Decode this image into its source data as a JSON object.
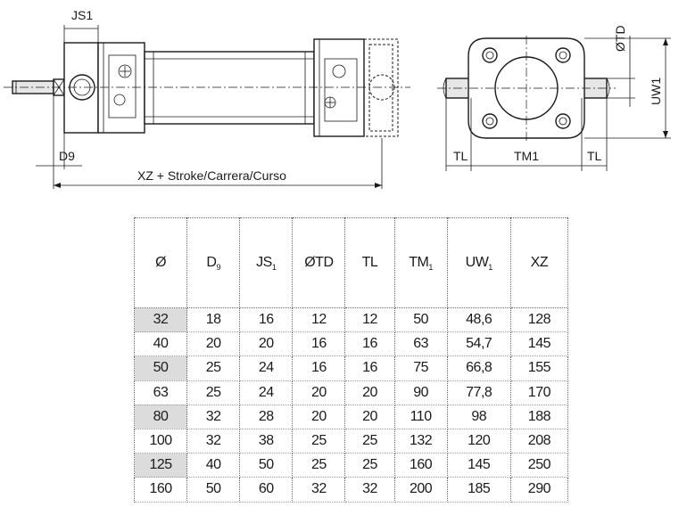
{
  "drawing": {
    "labels": {
      "js1": "JS1",
      "d9": "D9",
      "xz": "XZ + Stroke/Carrera/Curso",
      "otd": "ØTD",
      "uw1": "UW1",
      "tl_left": "TL",
      "tm1": "TM1",
      "tl_right": "TL"
    }
  },
  "table": {
    "headers": [
      {
        "main": "Ø",
        "sub": ""
      },
      {
        "main": "D",
        "sub": "9"
      },
      {
        "main": "JS",
        "sub": "1"
      },
      {
        "main": "ØTD",
        "sub": ""
      },
      {
        "main": "TL",
        "sub": ""
      },
      {
        "main": "TM",
        "sub": "1"
      },
      {
        "main": "UW",
        "sub": "1"
      },
      {
        "main": "XZ",
        "sub": ""
      }
    ],
    "rows": [
      {
        "shaded": true,
        "cells": [
          "32",
          "18",
          "16",
          "12",
          "12",
          "50",
          "48,6",
          "128"
        ]
      },
      {
        "shaded": false,
        "cells": [
          "40",
          "20",
          "20",
          "16",
          "16",
          "63",
          "54,7",
          "145"
        ]
      },
      {
        "shaded": true,
        "cells": [
          "50",
          "25",
          "24",
          "16",
          "16",
          "75",
          "66,8",
          "155"
        ]
      },
      {
        "shaded": false,
        "cells": [
          "63",
          "25",
          "24",
          "20",
          "20",
          "90",
          "77,8",
          "170"
        ]
      },
      {
        "shaded": true,
        "cells": [
          "80",
          "32",
          "28",
          "20",
          "20",
          "110",
          "98",
          "188"
        ]
      },
      {
        "shaded": false,
        "cells": [
          "100",
          "32",
          "38",
          "25",
          "25",
          "132",
          "120",
          "208"
        ]
      },
      {
        "shaded": true,
        "cells": [
          "125",
          "40",
          "50",
          "25",
          "25",
          "160",
          "145",
          "250"
        ]
      },
      {
        "shaded": false,
        "cells": [
          "160",
          "50",
          "60",
          "32",
          "32",
          "200",
          "185",
          "290"
        ]
      }
    ]
  }
}
